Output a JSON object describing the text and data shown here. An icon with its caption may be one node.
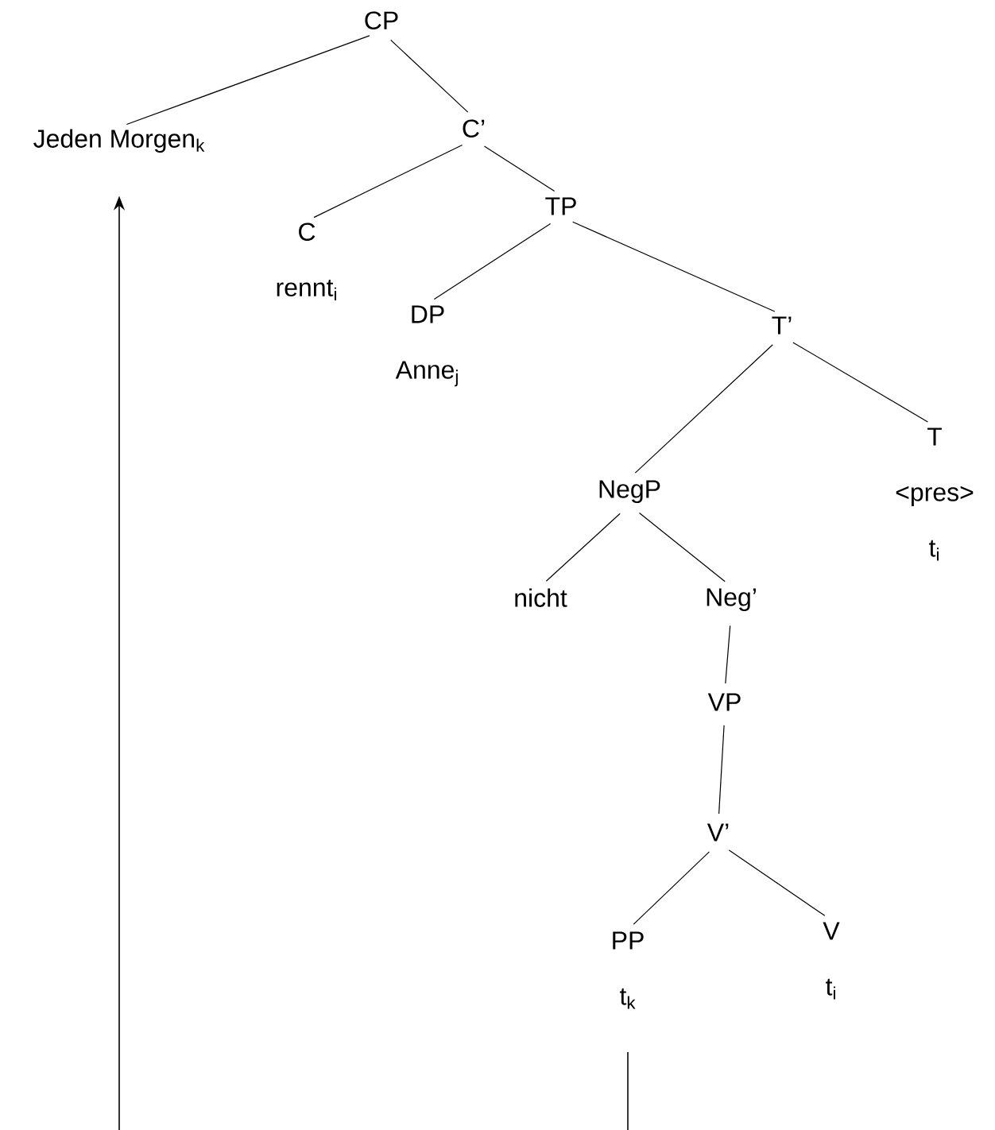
{
  "diagram": {
    "nodes": [
      {
        "text": [
          "CP"
        ]
      },
      {
        "text": [
          "Jeden Morgen$_{k}$"
        ]
      },
      {
        "text": [
          "C’"
        ]
      },
      {
        "text": [
          "C",
          "rennt$_{i}$"
        ]
      },
      {
        "text": [
          "TP"
        ]
      },
      {
        "text": [
          "DP",
          "Anne$_{j}$"
        ]
      },
      {
        "text": [
          "T’"
        ]
      },
      {
        "text": [
          "NegP"
        ]
      },
      {
        "text": [
          "T",
          "<pres>",
          "t$_{i}$"
        ]
      },
      {
        "text": [
          "nicht"
        ]
      },
      {
        "text": [
          "Neg’"
        ]
      },
      {
        "text": [
          "VP"
        ]
      },
      {
        "text": [
          "V’"
        ]
      },
      {
        "text": [
          "PP",
          "t$_{k}$"
        ]
      },
      {
        "text": [
          "V",
          "t$_{i}$"
        ]
      }
    ],
    "edges": [
      {
        "from": 0,
        "to": 1,
        "arrow": "none"
      },
      {
        "from": 0,
        "to": 2,
        "arrow": "none"
      },
      {
        "from": 2,
        "to": 3,
        "arrow": "none"
      },
      {
        "from": 2,
        "to": 4,
        "arrow": "none"
      },
      {
        "from": 4,
        "to": 5,
        "arrow": "none"
      },
      {
        "from": 4,
        "to": 6,
        "arrow": "none"
      },
      {
        "from": 6,
        "to": 7,
        "arrow": "none"
      },
      {
        "from": 6,
        "to": 8,
        "arrow": "none"
      },
      {
        "from": 7,
        "to": 9,
        "arrow": "none"
      },
      {
        "from": 7,
        "to": 10,
        "arrow": "none"
      },
      {
        "from": 10,
        "to": 11,
        "arrow": "none"
      },
      {
        "from": 11,
        "to": 12,
        "arrow": "none"
      },
      {
        "from": 12,
        "to": 13,
        "arrow": "none"
      },
      {
        "from": 12,
        "to": 14,
        "arrow": "none"
      },
      {
        "from": 13,
        "to": 1,
        "arrow": "to"
      }
    ]
  }
}
